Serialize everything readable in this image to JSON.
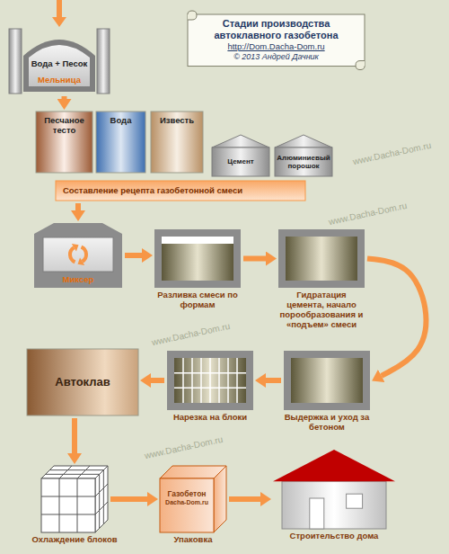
{
  "diagram": {
    "title": "Стадии производства автоклавного газобетона",
    "nodes": [
      {
        "text": [
          "Вода + Песок",
          "Мельница"
        ]
      },
      {
        "text": [
          "Песчаное тесто"
        ]
      },
      {
        "text": [
          "Вода"
        ]
      },
      {
        "text": [
          "Известь"
        ]
      },
      {
        "text": [
          "Цемент"
        ]
      },
      {
        "text": [
          "Алюминиевый порошок"
        ]
      },
      {
        "text": [
          "Составление рецепта газобетонной смеси"
        ]
      },
      {
        "text": [
          "Миксер"
        ]
      },
      {
        "text": [
          "Разливка смеси по формам"
        ]
      },
      {
        "text": [
          "Гидратация цемента, начало порообразования и «подъем» смеси"
        ]
      },
      {
        "text": [
          "Автоклав"
        ]
      },
      {
        "text": [
          "Нарезка на блоки"
        ]
      },
      {
        "text": [
          "Выдержка и уход за бетоном"
        ]
      },
      {
        "text": [
          "Охлаждение блоков"
        ]
      },
      {
        "text": [
          "Газобетон",
          "Dacha-Dom.ru",
          "Упаковка"
        ]
      },
      {
        "text": [
          "Строительство дома"
        ]
      }
    ],
    "edges": [
      {
        "from": 0,
        "to": 1,
        "arrow": "to"
      },
      {
        "from": 6,
        "to": 7,
        "arrow": "to"
      },
      {
        "from": 7,
        "to": 8,
        "arrow": "to"
      },
      {
        "from": 8,
        "to": 9,
        "arrow": "to"
      },
      {
        "from": 9,
        "to": 12,
        "arrow": "to"
      },
      {
        "from": 12,
        "to": 11,
        "arrow": "to"
      },
      {
        "from": 11,
        "to": 10,
        "arrow": "to"
      },
      {
        "from": 10,
        "to": 13,
        "arrow": "to"
      },
      {
        "from": 13,
        "to": 14,
        "arrow": "to"
      },
      {
        "from": 14,
        "to": 15,
        "arrow": "to"
      }
    ],
    "labels": [
      "http://Dom.Dacha-Dom.ru",
      "© 2013 Андрей Дачник",
      "www.Dacha-Dom.ru",
      "www.Dacha-Dom.ru",
      "www.Dacha-Dom.ru",
      "www.Dacha-Dom.ru"
    ]
  }
}
